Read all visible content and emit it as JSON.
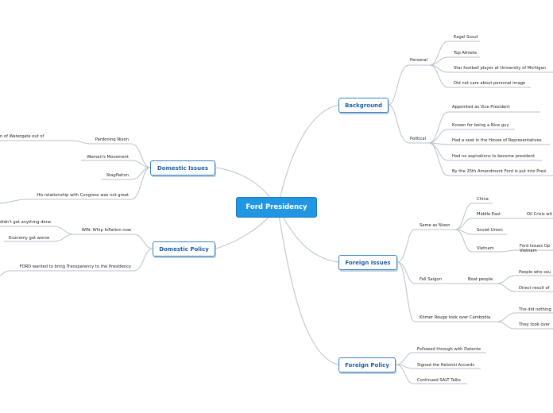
{
  "central": "Ford Presidency",
  "main": {
    "background": "Background",
    "foreign_issues": "Foreign Issues",
    "foreign_policy": "Foreign Policy",
    "domestic_issues": "Domestic Issues",
    "domestic_policy": "Domestic Policy"
  },
  "background": {
    "personal": "Personal",
    "personal_items": [
      "Eagel Scout",
      "Top Athlete",
      "Star football player at University of Michigan",
      "Did not care about personal image"
    ],
    "political": "Political",
    "political_items": [
      "Appointed as Vice President",
      "Known for being a Nice guy",
      "Had a seat in the House of Representatives",
      "Had no aspirations to become president",
      "By the 25th Amendment Ford is put into Presi"
    ]
  },
  "foreign_issues": {
    "same_as_nixon": "Same as Nixon",
    "nixon_items": [
      "China",
      "Middle East",
      "Soviet Union",
      "Vietnam"
    ],
    "oil_crisis": "Oil Crisis wit",
    "ford_issues_1": "Ford Issues Op",
    "ford_issues_2": "Vietnam",
    "fall_saigon": "Fall Saigon",
    "boat_people": "Boat people",
    "boat_items": [
      "People who sou",
      "Direct result of"
    ],
    "khmer": "Khmer Rouge took over Cambodia",
    "khmer_items": [
      "The did nothing",
      "They took over"
    ]
  },
  "foreign_policy": {
    "items": [
      "Followed through with Detente",
      "Signed the Helsinki Accords",
      "Continued SALT Talks"
    ]
  },
  "domestic_issues": {
    "pardoning": "Pardoning Nixon",
    "watergate": "n of Watergate out of",
    "items": [
      "Women's Movement",
      "Stagflation",
      "His relationship with Congress was not great"
    ]
  },
  "domestic_policy": {
    "win": "WIN: Whip Inflation now",
    "win_items": [
      "didn't get anything done",
      "Economy got worse"
    ],
    "ford_wanted": "FORD wanted to bring Transparency to the Presidency"
  }
}
